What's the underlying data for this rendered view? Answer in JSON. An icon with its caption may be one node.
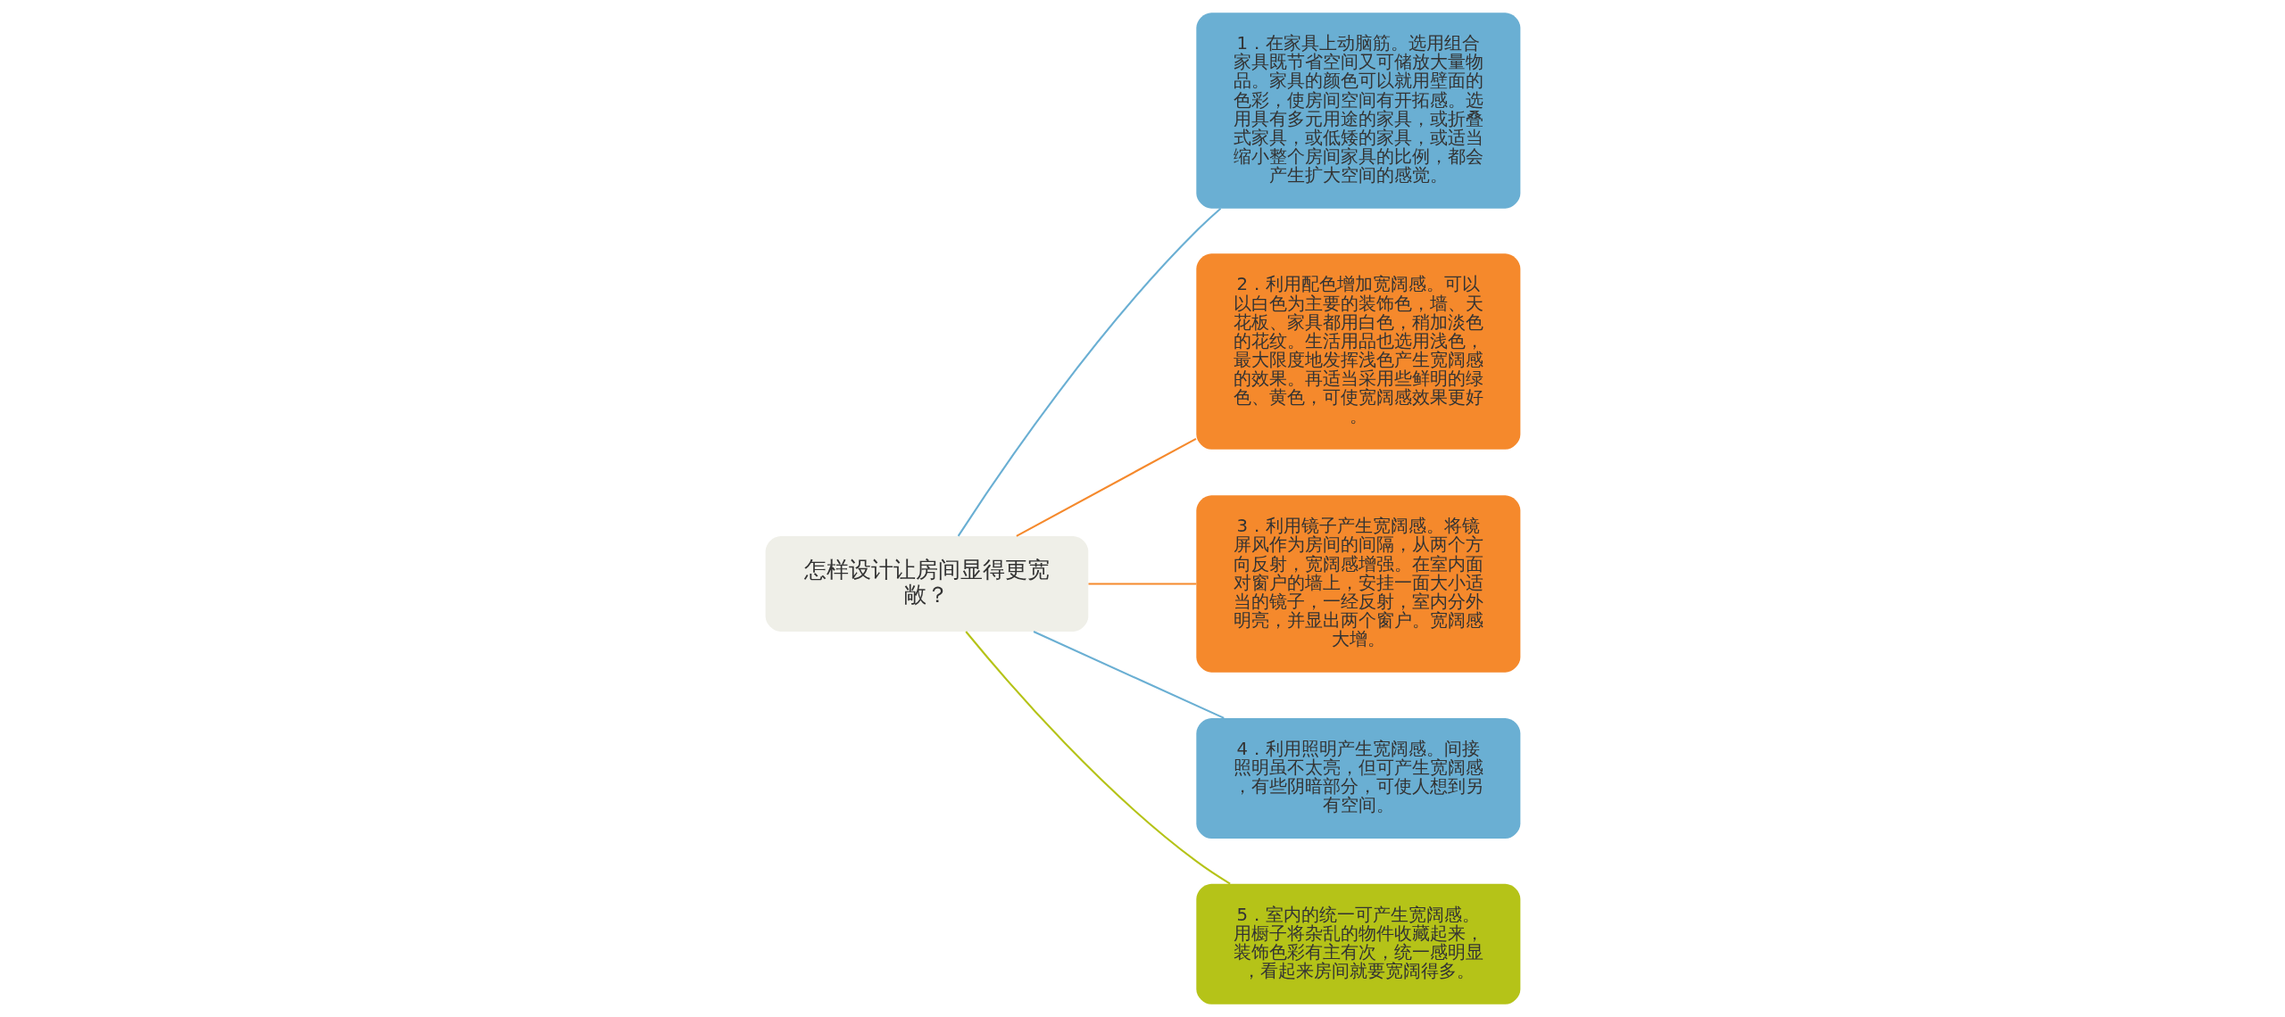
{
  "diagram": {
    "nodes": [
      {
        "text": [
          "怎样设计让房间显得更宽敞？"
        ]
      },
      {
        "text": [
          "1．在家具上动脑筋。选用组合家具既节省空间又可储放大量物品。家具的颜色可以就用壁面的色彩，使房间空间有开拓感。选用具有多元用途的家具，或折叠式家具，或低矮的家具，或适当缩小整个房间家具的比例，都会产生扩大空间的感觉。"
        ]
      },
      {
        "text": [
          "2．利用配色增加宽阔感。可以以白色为主要的装饰色，墙、天花板、家具都用白色，稍加淡色的花纹。生活用品也选用浅色，最大限度地发挥浅色产生宽阔感的效果。再适当采用些鲜明的绿色、黄色，可使宽阔感效果更好。"
        ]
      },
      {
        "text": [
          "3．利用镜子产生宽阔感。将镜屏风作为房间的间隔，从两个方向反射，宽阔感增强。在室内面对窗户的墙上，安挂一面大小适当的镜子，一经反射，室内分外明亮，并显出两个窗户。宽阔感大增。"
        ]
      },
      {
        "text": [
          "4．利用照明产生宽阔感。间接照明虽不太亮，但可产生宽阔感，有些阴暗部分，可使人想到另有空间。"
        ]
      },
      {
        "text": [
          "5．室内的统一可产生宽阔感。用橱子将杂乱的物件收藏起来，装饰色彩有主有次，统一感明显，看起来房间就要宽阔得多。"
        ]
      }
    ],
    "edges": [
      {
        "from": 0,
        "to": 1,
        "arrow": "none",
        "color": "#6aafd3"
      },
      {
        "from": 0,
        "to": 2,
        "arrow": "none",
        "color": "#f5892c"
      },
      {
        "from": 0,
        "to": 3,
        "arrow": "none",
        "color": "#f5892c"
      },
      {
        "from": 0,
        "to": 4,
        "arrow": "none",
        "color": "#6aafd3"
      },
      {
        "from": 0,
        "to": 5,
        "arrow": "none",
        "color": "#b5c318"
      }
    ]
  }
}
